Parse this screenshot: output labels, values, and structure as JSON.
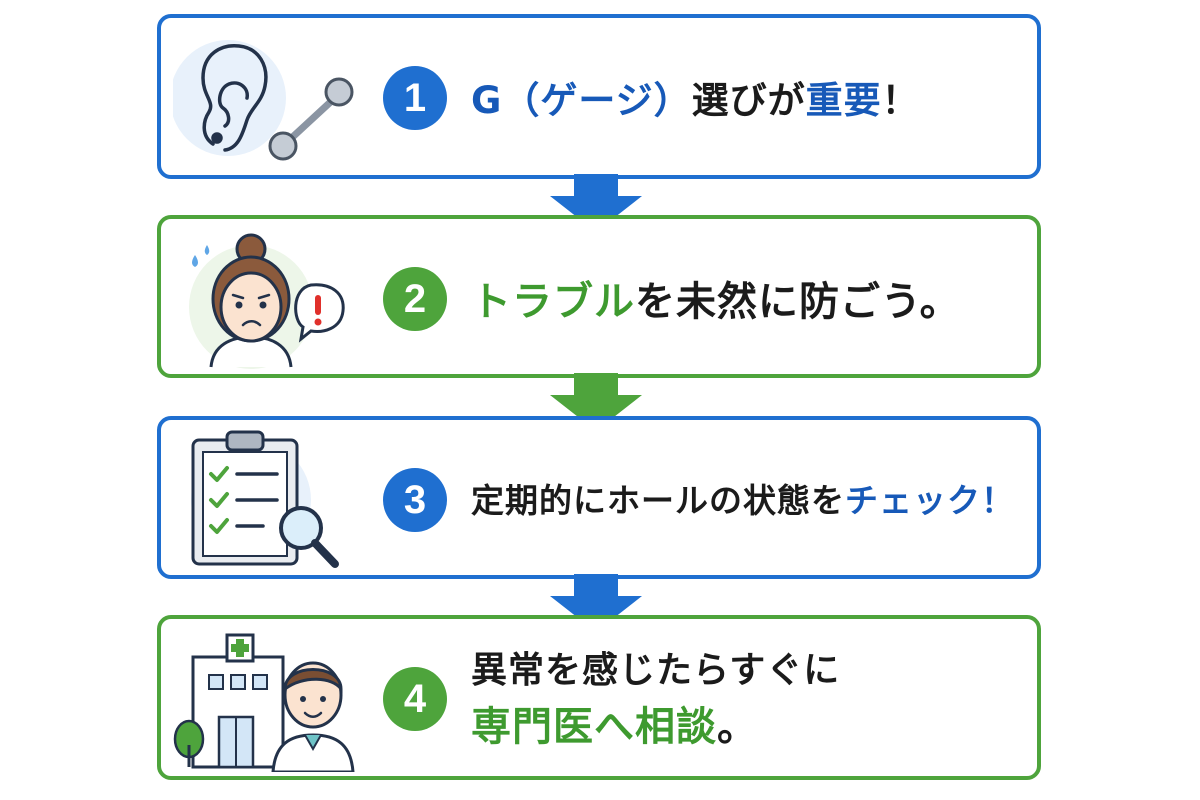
{
  "colors": {
    "blue": "#1f6fd0",
    "green": "#4ea43c"
  },
  "steps": [
    {
      "number": "1",
      "icons": [
        "ear-icon",
        "barbell-piercing-icon"
      ],
      "text": {
        "part1": "G（ゲージ）",
        "part2": "選びが",
        "part3": "重要",
        "part4": "！"
      }
    },
    {
      "number": "2",
      "icons": [
        "worried-woman-icon",
        "exclamation-bubble-icon"
      ],
      "text": {
        "part1": "トラブル",
        "part2": "を未然に防ごう。"
      }
    },
    {
      "number": "3",
      "icons": [
        "clipboard-checklist-icon",
        "magnifier-icon"
      ],
      "text": {
        "part1": "定期的にホールの状態を",
        "part2": "チェック",
        "part3": "！"
      }
    },
    {
      "number": "4",
      "icons": [
        "hospital-icon",
        "doctor-icon"
      ],
      "text": {
        "line1": "異常を感じたらすぐに",
        "line2_part1": "専門医へ相談",
        "line2_part2": "。"
      }
    }
  ]
}
